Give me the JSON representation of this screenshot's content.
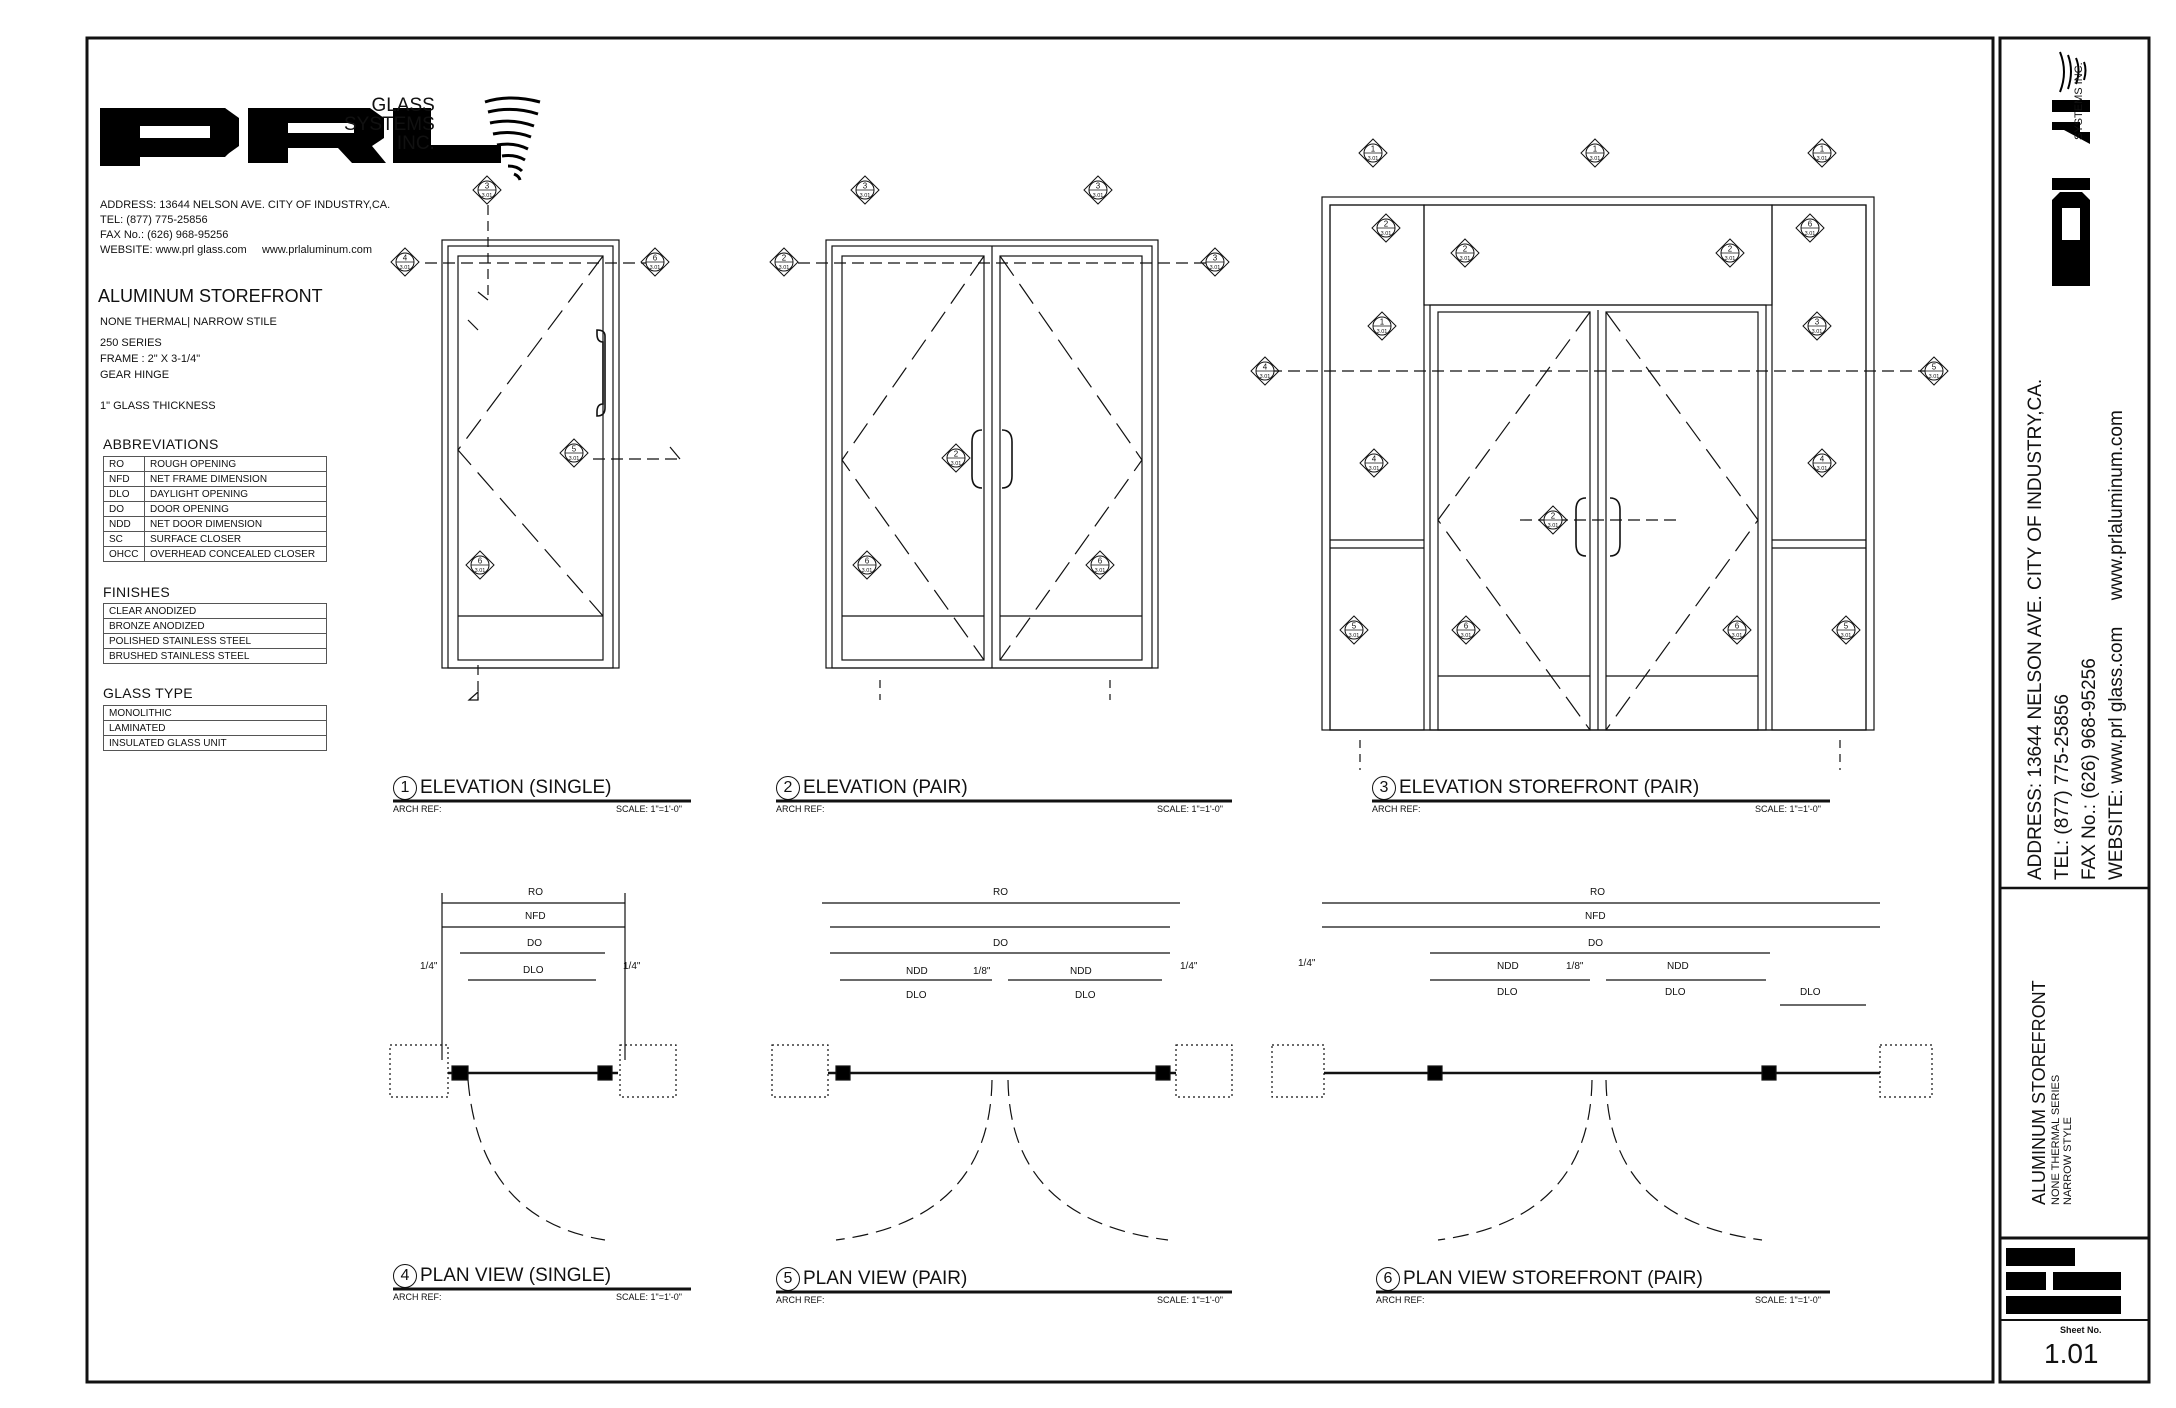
{
  "company": {
    "logo_text": "PRL",
    "logo_sub": [
      "GLASS",
      "SYSTEMS",
      "INC."
    ],
    "address_lines": [
      "ADDRESS: 13644 NELSON AVE. CITY OF INDUSTRY,CA.",
      "TEL: (877) 775-25856",
      "FAX No.: (626) 968-95256",
      "WEBSITE: www.prl glass.com     www.prlaluminum.com"
    ]
  },
  "product": {
    "title": "ALUMINUM STOREFRONT",
    "spec_lines": [
      "NONE THERMAL| NARROW STILE",
      "250 SERIES",
      "FRAME : 2\" X 3-1/4\"",
      "GEAR HINGE",
      "1\" GLASS THICKNESS"
    ]
  },
  "abbreviations": {
    "heading": "ABBREVIATIONS",
    "rows": [
      {
        "code": "RO",
        "meaning": "ROUGH OPENING"
      },
      {
        "code": "NFD",
        "meaning": "NET FRAME DIMENSION"
      },
      {
        "code": "DLO",
        "meaning": "DAYLIGHT OPENING"
      },
      {
        "code": "DO",
        "meaning": "DOOR OPENING"
      },
      {
        "code": "NDD",
        "meaning": "NET DOOR DIMENSION"
      },
      {
        "code": "SC",
        "meaning": "SURFACE CLOSER"
      },
      {
        "code": "OHCC",
        "meaning": "OVERHEAD CONCEALED CLOSER"
      }
    ]
  },
  "finishes": {
    "heading": "FINISHES",
    "rows": [
      "CLEAR ANODIZED",
      "BRONZE ANODIZED",
      "POLISHED STAINLESS STEEL",
      "BRUSHED STAINLESS STEEL"
    ]
  },
  "glass_type": {
    "heading": "GLASS TYPE",
    "rows": [
      "MONOLITHIC",
      "LAMINATED",
      "INSULATED GLASS UNIT"
    ]
  },
  "views": [
    {
      "num": "1",
      "title": "ELEVATION (SINGLE)",
      "arch_ref": "ARCH REF:",
      "scale": "SCALE: 1\"=1'-0\""
    },
    {
      "num": "2",
      "title": "ELEVATION (PAIR)",
      "arch_ref": "ARCH REF:",
      "scale": "SCALE: 1\"=1'-0\""
    },
    {
      "num": "3",
      "title": "ELEVATION STOREFRONT (PAIR)",
      "arch_ref": "ARCH REF:",
      "scale": "SCALE: 1\"=1'-0\""
    },
    {
      "num": "4",
      "title": "PLAN VIEW (SINGLE)",
      "arch_ref": "ARCH REF:",
      "scale": "SCALE: 1\"=1'-0\""
    },
    {
      "num": "5",
      "title": "PLAN VIEW (PAIR)",
      "arch_ref": "ARCH REF:",
      "scale": "SCALE: 1\"=1'-0\""
    },
    {
      "num": "6",
      "title": "PLAN VIEW STOREFRONT (PAIR)",
      "arch_ref": "ARCH REF:",
      "scale": "SCALE: 1\"=1'-0\""
    }
  ],
  "dimensions": {
    "ro": "RO",
    "nfd": "NFD",
    "do": "DO",
    "dlo": "DLO",
    "ndd": "NDD",
    "quarter": "1/4\"",
    "eighth": "1/8\""
  },
  "callout_sub": "3.01",
  "title_block": {
    "logo_text": "PRL",
    "logo_sub": [
      "SYSTEMS",
      "INC."
    ],
    "address_lines": [
      "ADDRESS: 13644 NELSON AVE. CITY OF INDUSTRY,CA.",
      "TEL: (877) 775-25856",
      "FAX No.: (626) 968-95256",
      "WEBSITE: www.prl glass.com     www.prlaluminum.com"
    ],
    "project_title": "ALUMINUM STOREFRONT",
    "project_sub": [
      "NONE THERMAL SERIES",
      "NARROW STYLE"
    ],
    "sheet_label": "Sheet No.",
    "sheet_number": "1.01"
  }
}
